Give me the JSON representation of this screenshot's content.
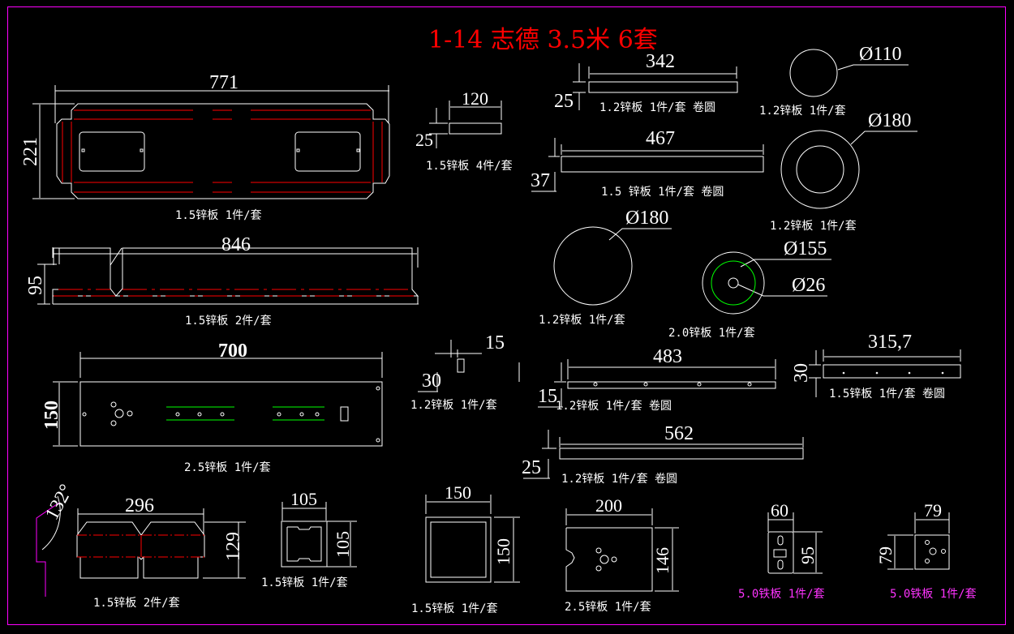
{
  "title": "1-14 志德 3.5米 6套",
  "colors": {
    "background": "#000000",
    "frame": "#ff00ff",
    "title": "#ff0000",
    "line": "#ffffff",
    "fold_line": "#ff0000",
    "highlight": "#00ff00",
    "iron_caption": "#ff33ff"
  },
  "parts": [
    {
      "id": "p1",
      "dims": {
        "width": "771",
        "height": "221"
      },
      "caption": "1.5锌板 1件/套"
    },
    {
      "id": "p2",
      "dims": {
        "width": "846",
        "height": "95"
      },
      "caption": "1.5锌板 2件/套"
    },
    {
      "id": "p3",
      "dims": {
        "width": "700",
        "height": "150"
      },
      "caption": "2.5锌板 1件/套"
    },
    {
      "id": "p4",
      "dims": {
        "width": "296",
        "height": "129",
        "angle": "132°"
      },
      "caption": "1.5锌板 2件/套"
    },
    {
      "id": "p5",
      "dims": {
        "width": "105",
        "height": "105"
      },
      "caption": "1.5锌板 1件/套"
    },
    {
      "id": "p6",
      "dims": {
        "width": "120",
        "height": "25"
      },
      "caption": "1.5锌板 4件/套"
    },
    {
      "id": "p7",
      "dims": {
        "width": "342",
        "height": "25"
      },
      "caption": "1.2锌板 1件/套 卷圆"
    },
    {
      "id": "p8",
      "dims": {
        "width": "467",
        "height": "37"
      },
      "caption": "1.5 锌板 1件/套 卷圆"
    },
    {
      "id": "p9",
      "dims": {
        "diameter": "Ø110"
      },
      "caption": "1.2锌板 1件/套"
    },
    {
      "id": "p10",
      "dims": {
        "diameter": "Ø180"
      },
      "caption": "1.2锌板 1件/套"
    },
    {
      "id": "p11",
      "dims": {
        "diameter": "Ø180"
      },
      "caption": "1.2锌板 1件/套"
    },
    {
      "id": "p12",
      "dims": {
        "diameter_outer": "Ø155",
        "diameter_inner": "Ø26"
      },
      "caption": "2.0锌板 1件/套"
    },
    {
      "id": "p13",
      "dims": {
        "width": "15",
        "height": "30"
      },
      "caption": "1.2锌板 1件/套"
    },
    {
      "id": "p14",
      "dims": {
        "width": "483",
        "height": "15"
      },
      "caption": "1.2锌板 1件/套 卷圆"
    },
    {
      "id": "p15",
      "dims": {
        "width": "315,7",
        "height": "30"
      },
      "caption": "1.5锌板 1件/套 卷圆"
    },
    {
      "id": "p16",
      "dims": {
        "width": "562",
        "height": "25"
      },
      "caption": "1.2锌板 1件/套 卷圆"
    },
    {
      "id": "p17",
      "dims": {
        "width": "150",
        "height": "150"
      },
      "caption": "1.5锌板 1件/套"
    },
    {
      "id": "p18",
      "dims": {
        "width": "200",
        "height": "146"
      },
      "caption": "2.5锌板 1件/套"
    },
    {
      "id": "p19",
      "dims": {
        "width": "60",
        "height": "95"
      },
      "caption": "5.0铁板 1件/套"
    },
    {
      "id": "p20",
      "dims": {
        "width": "79",
        "height": "79"
      },
      "caption": "5.0铁板 1件/套"
    }
  ]
}
